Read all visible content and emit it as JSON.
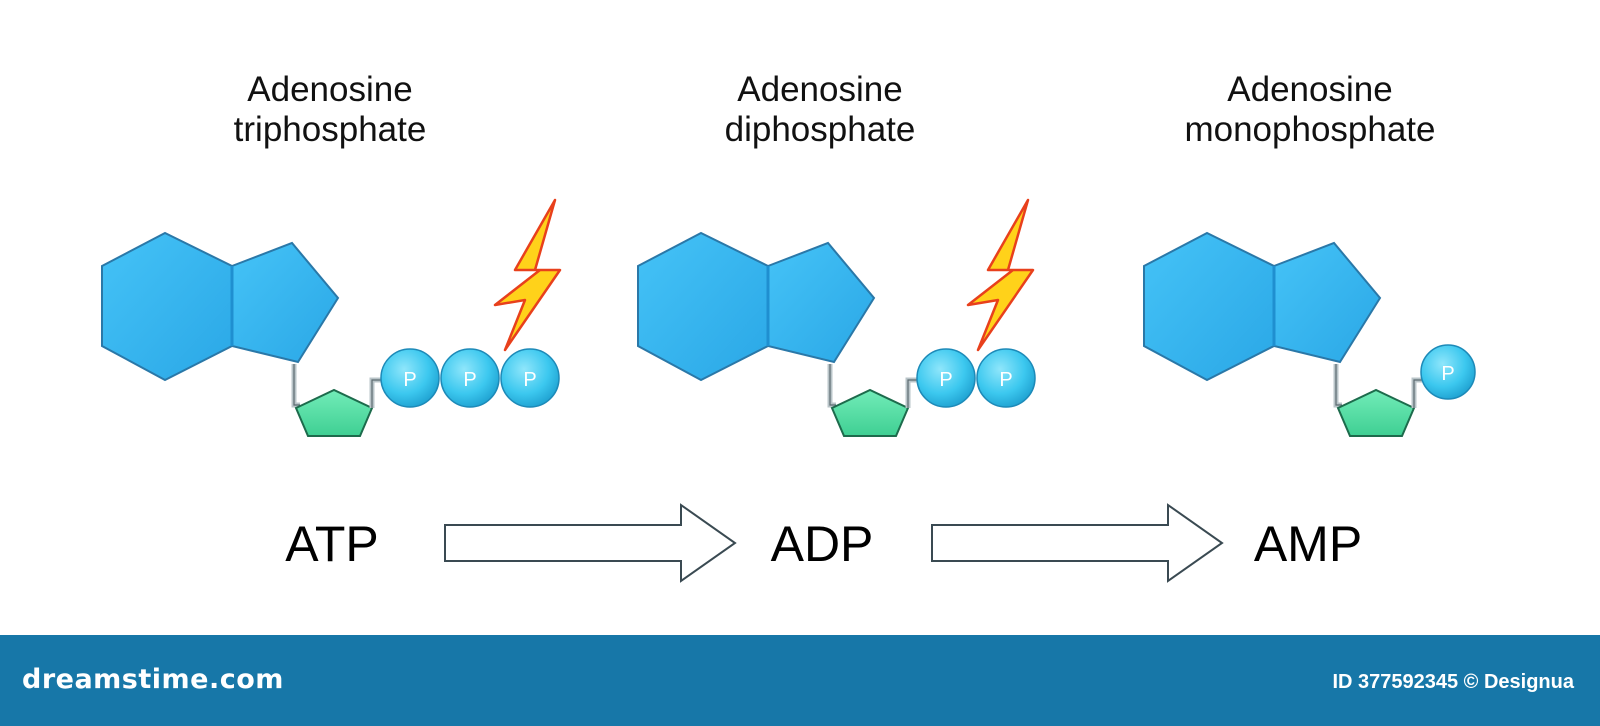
{
  "molecules": [
    {
      "name_line1": "Adenosine",
      "name_line2": "triphosphate",
      "abbreviation": "ATP",
      "phosphate_label": "P",
      "phosphate_count": 3,
      "energy_release": true
    },
    {
      "name_line1": "Adenosine",
      "name_line2": "diphosphate",
      "abbreviation": "ADP",
      "phosphate_label": "P",
      "phosphate_count": 2,
      "energy_release": true
    },
    {
      "name_line1": "Adenosine",
      "name_line2": "monophosphate",
      "abbreviation": "AMP",
      "phosphate_label": "P",
      "phosphate_count": 1,
      "energy_release": false
    }
  ],
  "footer": {
    "brand": "dreamstime.com",
    "credit": "ID 377592345 © Designua"
  },
  "colors": {
    "base": "#35b6f2",
    "base_edge": "#2a78a8",
    "sugar": "#58e0a7",
    "phosphate": "#3cc8ef",
    "bolt_fill": "#ffd21a",
    "bolt_edge": "#e8401c",
    "footer_bg": "#1777a8"
  },
  "icons": {
    "energy": "lightning-bolt-icon",
    "transition": "hollow-arrow-icon"
  }
}
